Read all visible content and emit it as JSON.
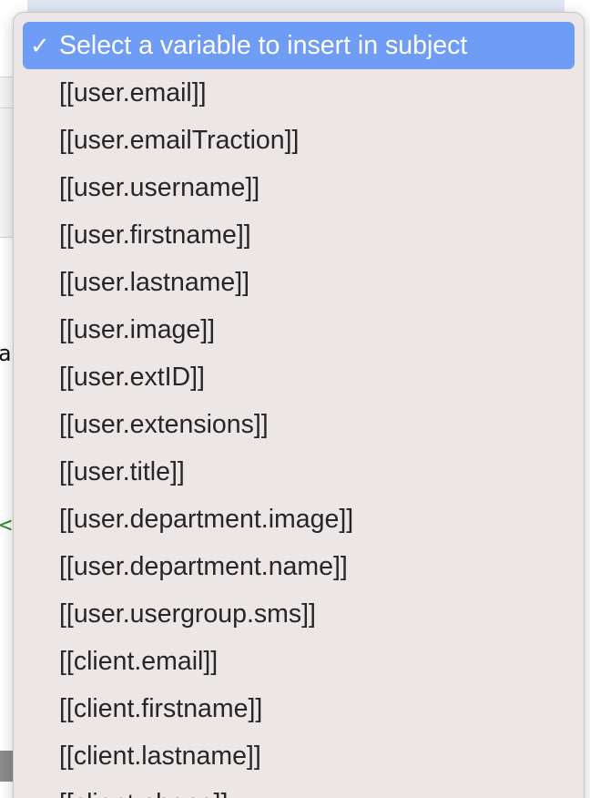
{
  "dropdown": {
    "selected_label": "Select a variable to insert in subject",
    "check_glyph": "✓",
    "options": [
      "[[user.email]]",
      "[[user.emailTraction]]",
      "[[user.username]]",
      "[[user.firstname]]",
      "[[user.lastname]]",
      "[[user.image]]",
      "[[user.extID]]",
      "[[user.extensions]]",
      "[[user.title]]",
      "[[user.department.image]]",
      "[[user.department.name]]",
      "[[user.usergroup.sms]]",
      "[[client.email]]",
      "[[client.firstname]]",
      "[[client.lastname]]",
      "[[client.phone]]"
    ]
  },
  "background": {
    "letter": "a",
    "angle": "<"
  },
  "colors": {
    "menu_bg": "#ece6e6",
    "highlight": "#6f9cf5",
    "text": "#262626"
  }
}
